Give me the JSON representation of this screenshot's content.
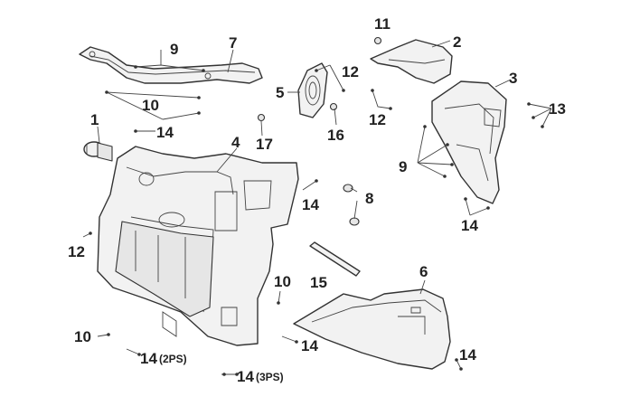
{
  "callouts": {
    "c1": "1",
    "c2": "2",
    "c3": "3",
    "c4": "4",
    "c5": "5",
    "c6": "6",
    "c7": "7",
    "c8": "8",
    "c9a": "9",
    "c9b": "9",
    "c10a": "10",
    "c10b": "10",
    "c10c": "10",
    "c11": "11",
    "c12a": "12",
    "c12b": "12",
    "c12c": "12",
    "c13": "13",
    "c14a": "14",
    "c14b": "14",
    "c14c": "14",
    "c14d": "14",
    "c14e": "14",
    "c14f": "14",
    "c15": "15",
    "c16": "16",
    "c17": "17"
  },
  "variants": {
    "ps2": "(2PS)",
    "ps3": "(3PS)"
  }
}
